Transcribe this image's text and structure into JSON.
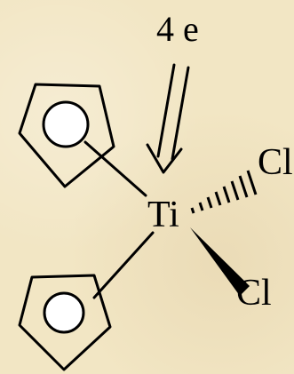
{
  "labels": {
    "electrons": "4 e",
    "metal": "Ti",
    "ligand_hashed": "Cl",
    "ligand_wedge": "Cl"
  },
  "colors": {
    "background": "#f2e6c4",
    "ink": "#000000",
    "ring_fill": "#ffffff"
  },
  "icons": {
    "ring_top": "cyclopentadienyl-ring-icon",
    "ring_bottom": "cyclopentadienyl-ring-icon",
    "arrow": "double-arrow-icon"
  }
}
